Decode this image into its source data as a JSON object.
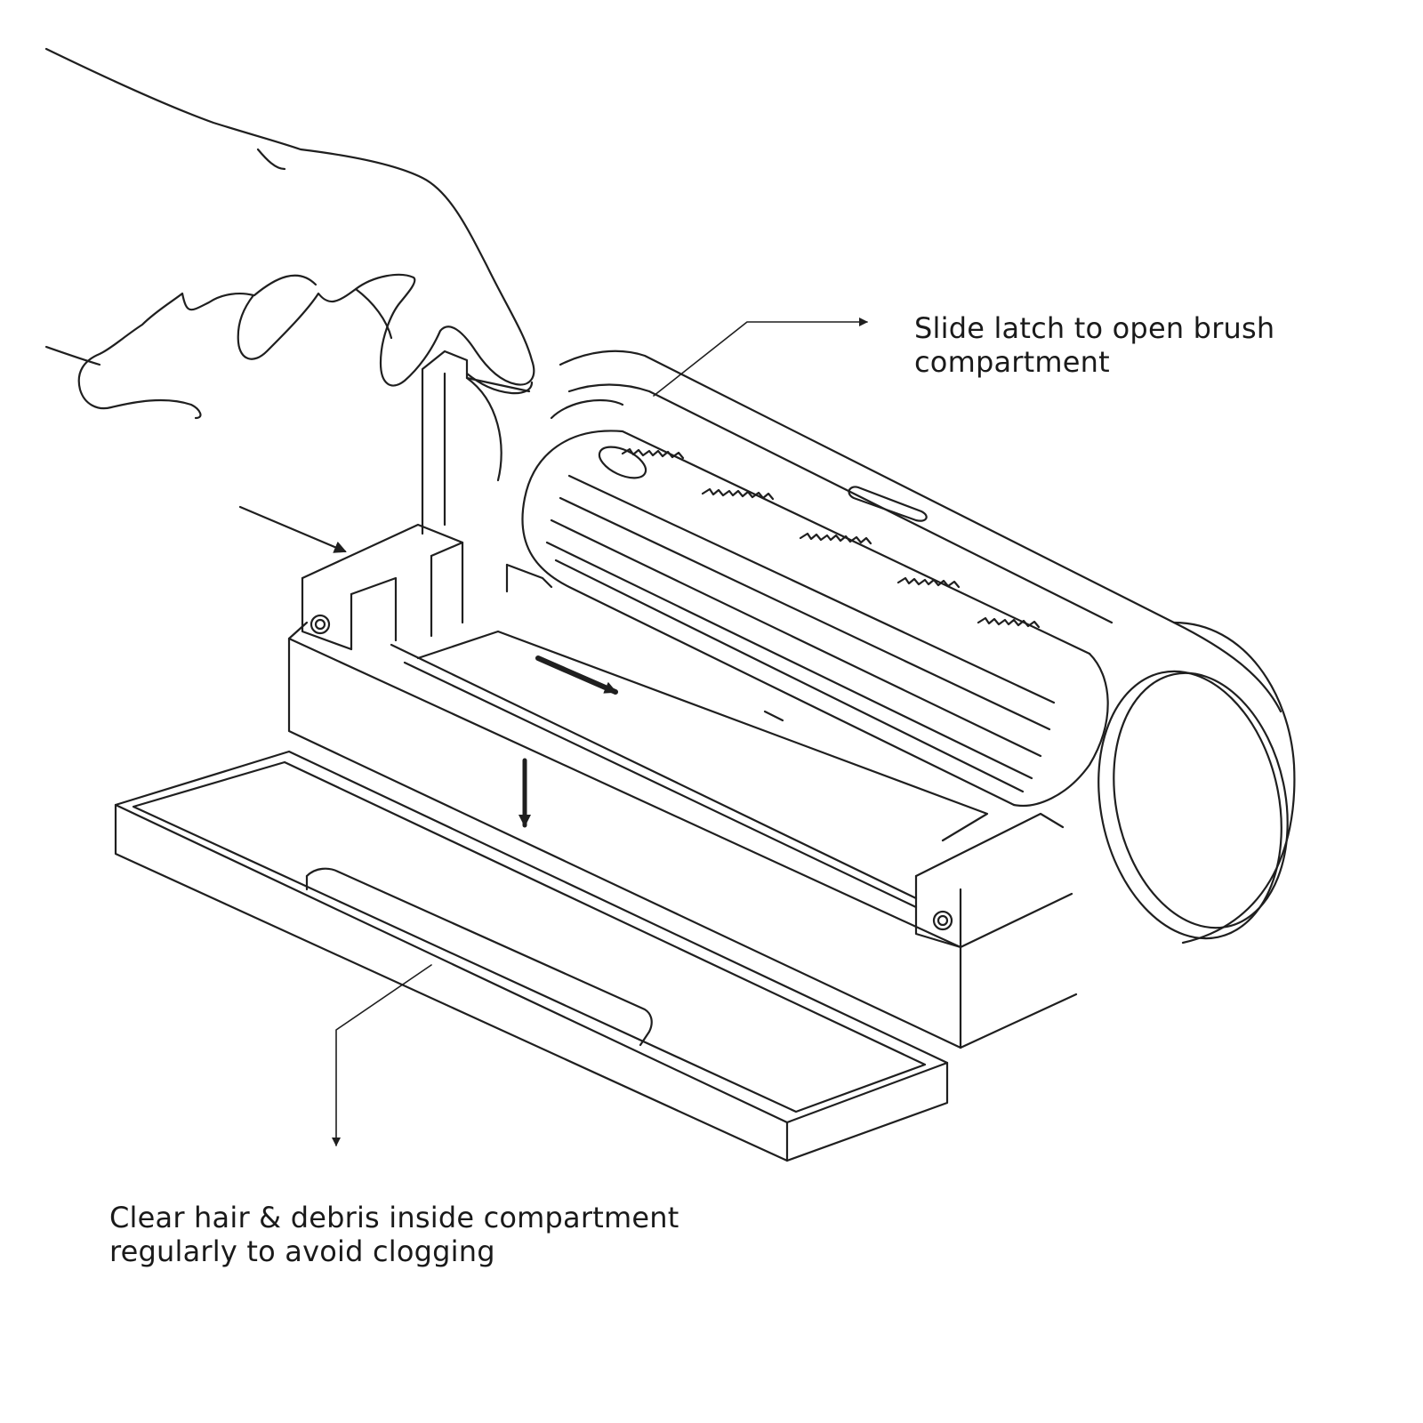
{
  "callouts": {
    "latch": {
      "line1": "Slide latch to open brush",
      "line2": "compartment"
    },
    "debris": {
      "line1": "Clear hair & debris inside compartment",
      "line2": "regularly to avoid clogging"
    }
  },
  "colors": {
    "background": "#ffffff",
    "line": "#1f1f1f",
    "text": "#1a1a1a"
  }
}
